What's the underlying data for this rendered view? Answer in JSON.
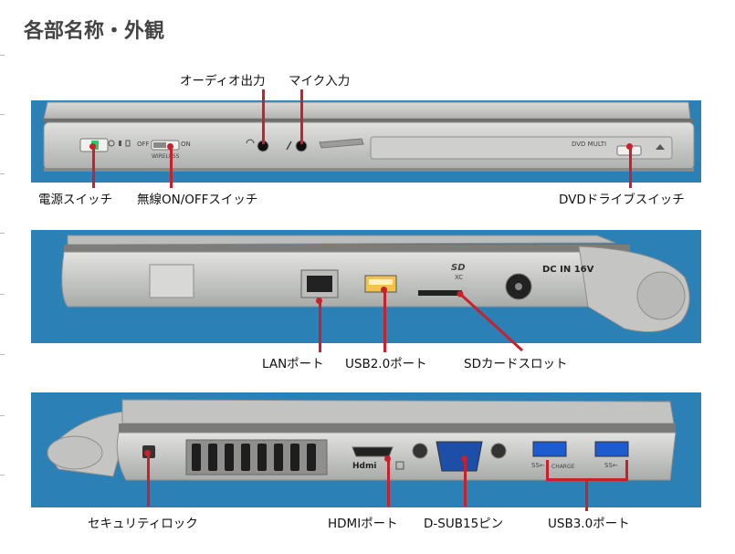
{
  "page": {
    "title": "各部名称・外観"
  },
  "panel_front": {
    "callouts_top": [
      "オーディオ出力",
      "マイク入力"
    ],
    "callouts_bottom": [
      "電源スイッチ",
      "無線ON/OFFスイッチ",
      "DVDドライブスイッチ"
    ],
    "printed": {
      "off": "OFF",
      "on": "ON",
      "wireless": "WIRELESS",
      "dvd_multi": "DVD MULTI"
    }
  },
  "panel_right": {
    "callouts": [
      "LANポート",
      "USB2.0ポート",
      "SDカードスロット"
    ],
    "printed": {
      "sd_logo": "SD",
      "xc": "XC",
      "dc_in": "DC IN 16V"
    }
  },
  "panel_left": {
    "callouts": [
      "セキュリティロック",
      "HDMIポート",
      "D-SUB15ピン",
      "USB3.0ポート"
    ],
    "printed": {
      "hdmi": "Hdmi",
      "ss1": "SS←",
      "charge": "CHARGE",
      "ss2": "SS←"
    }
  },
  "colors": {
    "background": "#2b80b6",
    "callout_line": "#c8202c",
    "chassis": "#c9cac8"
  }
}
